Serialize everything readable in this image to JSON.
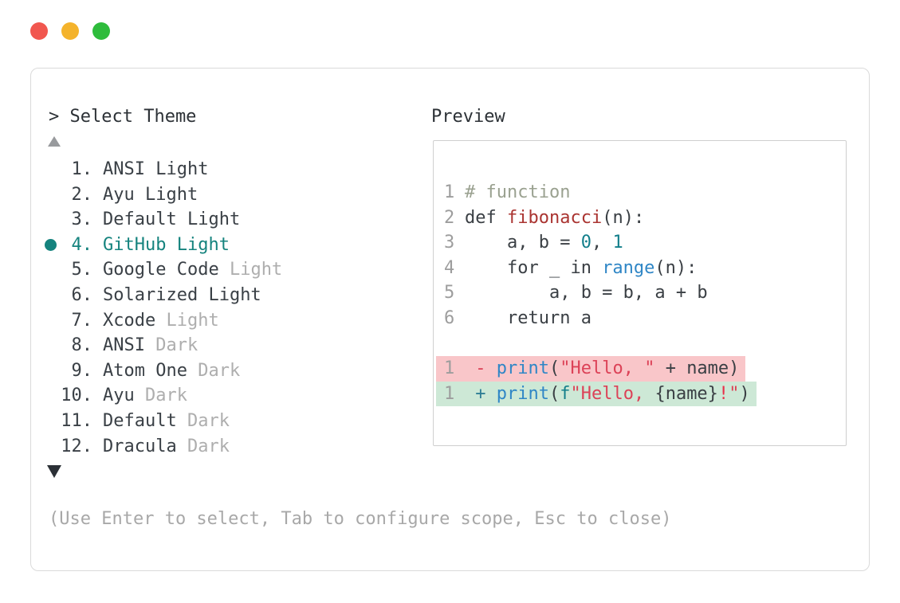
{
  "window": {
    "controls": [
      {
        "name": "close",
        "color": "#f1574f"
      },
      {
        "name": "minimize",
        "color": "#f4b32c"
      },
      {
        "name": "zoom",
        "color": "#2ebc3c"
      }
    ]
  },
  "theme_picker": {
    "prompt": "> Select Theme",
    "scroll_up_icon": "triangle-up",
    "scroll_down_icon": "triangle-down",
    "selected_bullet": "dot",
    "items": [
      {
        "number": "1.",
        "name": "ANSI",
        "variant": "Light",
        "variant_muted": false,
        "selected": false
      },
      {
        "number": "2.",
        "name": "Ayu",
        "variant": "Light",
        "variant_muted": false,
        "selected": false
      },
      {
        "number": "3.",
        "name": "Default",
        "variant": "Light",
        "variant_muted": false,
        "selected": false
      },
      {
        "number": "4.",
        "name": "GitHub",
        "variant": "Light",
        "variant_muted": false,
        "selected": true
      },
      {
        "number": "5.",
        "name": "Google Code",
        "variant": "Light",
        "variant_muted": true,
        "selected": false
      },
      {
        "number": "6.",
        "name": "Solarized",
        "variant": "Light",
        "variant_muted": false,
        "selected": false
      },
      {
        "number": "7.",
        "name": "Xcode",
        "variant": "Light",
        "variant_muted": true,
        "selected": false
      },
      {
        "number": "8.",
        "name": "ANSI",
        "variant": "Dark",
        "variant_muted": true,
        "selected": false
      },
      {
        "number": "9.",
        "name": "Atom One",
        "variant": "Dark",
        "variant_muted": true,
        "selected": false
      },
      {
        "number": "10.",
        "name": "Ayu",
        "variant": "Dark",
        "variant_muted": true,
        "selected": false
      },
      {
        "number": "11.",
        "name": "Default",
        "variant": "Dark",
        "variant_muted": true,
        "selected": false
      },
      {
        "number": "12.",
        "name": "Dracula",
        "variant": "Dark",
        "variant_muted": true,
        "selected": false
      }
    ],
    "hint": "(Use Enter to select, Tab to configure scope, Esc to close)"
  },
  "preview": {
    "label": "Preview",
    "code_lines": [
      {
        "ln": "1",
        "segments": [
          [
            "comment",
            "# function"
          ]
        ]
      },
      {
        "ln": "2",
        "segments": [
          [
            "code",
            "def "
          ],
          [
            "func",
            "fibonacci"
          ],
          [
            "code",
            "(n):"
          ]
        ]
      },
      {
        "ln": "3",
        "segments": [
          [
            "code",
            "    a, b = "
          ],
          [
            "number",
            "0"
          ],
          [
            "code",
            ", "
          ],
          [
            "number",
            "1"
          ]
        ]
      },
      {
        "ln": "4",
        "segments": [
          [
            "code",
            "    for _ in "
          ],
          [
            "builtin",
            "range"
          ],
          [
            "code",
            "(n):"
          ]
        ]
      },
      {
        "ln": "5",
        "segments": [
          [
            "code",
            "        a, b = b, a + b"
          ]
        ]
      },
      {
        "ln": "6",
        "segments": [
          [
            "code",
            "    return a"
          ]
        ]
      },
      {
        "blank": true
      },
      {
        "ln": "1",
        "diff": "del",
        "segments": [
          [
            "code",
            " "
          ],
          [
            "diff-minus",
            "-"
          ],
          [
            "code",
            " "
          ],
          [
            "builtin",
            "print"
          ],
          [
            "code",
            "("
          ],
          [
            "string",
            "\"Hello, \""
          ],
          [
            "code",
            " + name)"
          ]
        ]
      },
      {
        "ln": "1",
        "diff": "add",
        "segments": [
          [
            "code",
            " "
          ],
          [
            "diff-plus",
            "+"
          ],
          [
            "code",
            " "
          ],
          [
            "builtin",
            "print"
          ],
          [
            "code",
            "("
          ],
          [
            "fstring-prefix",
            "f"
          ],
          [
            "string",
            "\"Hello, "
          ],
          [
            "code",
            "{name}"
          ],
          [
            "bang",
            "!"
          ],
          [
            "string",
            "\""
          ],
          [
            "code",
            ")"
          ]
        ]
      }
    ]
  },
  "colors": {
    "accent_teal": "#15837e",
    "list_text": "#3a4046",
    "list_muted": "#aeaeae",
    "hint_text": "#a8a8a8",
    "panel_border": "#dadada",
    "preview_border": "#cfcfcf",
    "line_number": "#9d9d9d",
    "code_default": "#3a3f44",
    "comment": "#9aa190",
    "function_name": "#aa3431",
    "numeric_literal": "#137f8b",
    "builtin_blue": "#2f86c6",
    "string_rose": "#dc4257",
    "bang_red": "#e8304a",
    "diff_del_bg": "#f9c6c9",
    "diff_add_bg": "#cde8d6"
  }
}
